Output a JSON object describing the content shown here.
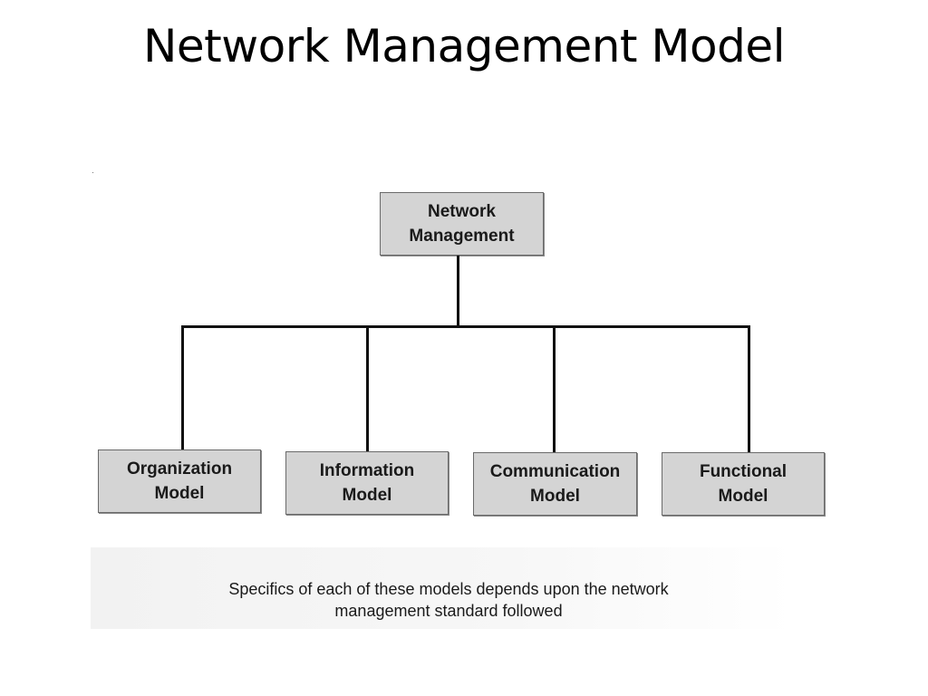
{
  "slide": {
    "title": "Network Management Model"
  },
  "diagram": {
    "root": {
      "label": "Network\nManagement"
    },
    "children": [
      {
        "label": "Organization\nModel"
      },
      {
        "label": "Information\nModel"
      },
      {
        "label": "Communication\nModel"
      },
      {
        "label": "Functional\nModel"
      }
    ],
    "caption": "Specifics of each of these models depends upon the network\nmanagement standard followed"
  }
}
